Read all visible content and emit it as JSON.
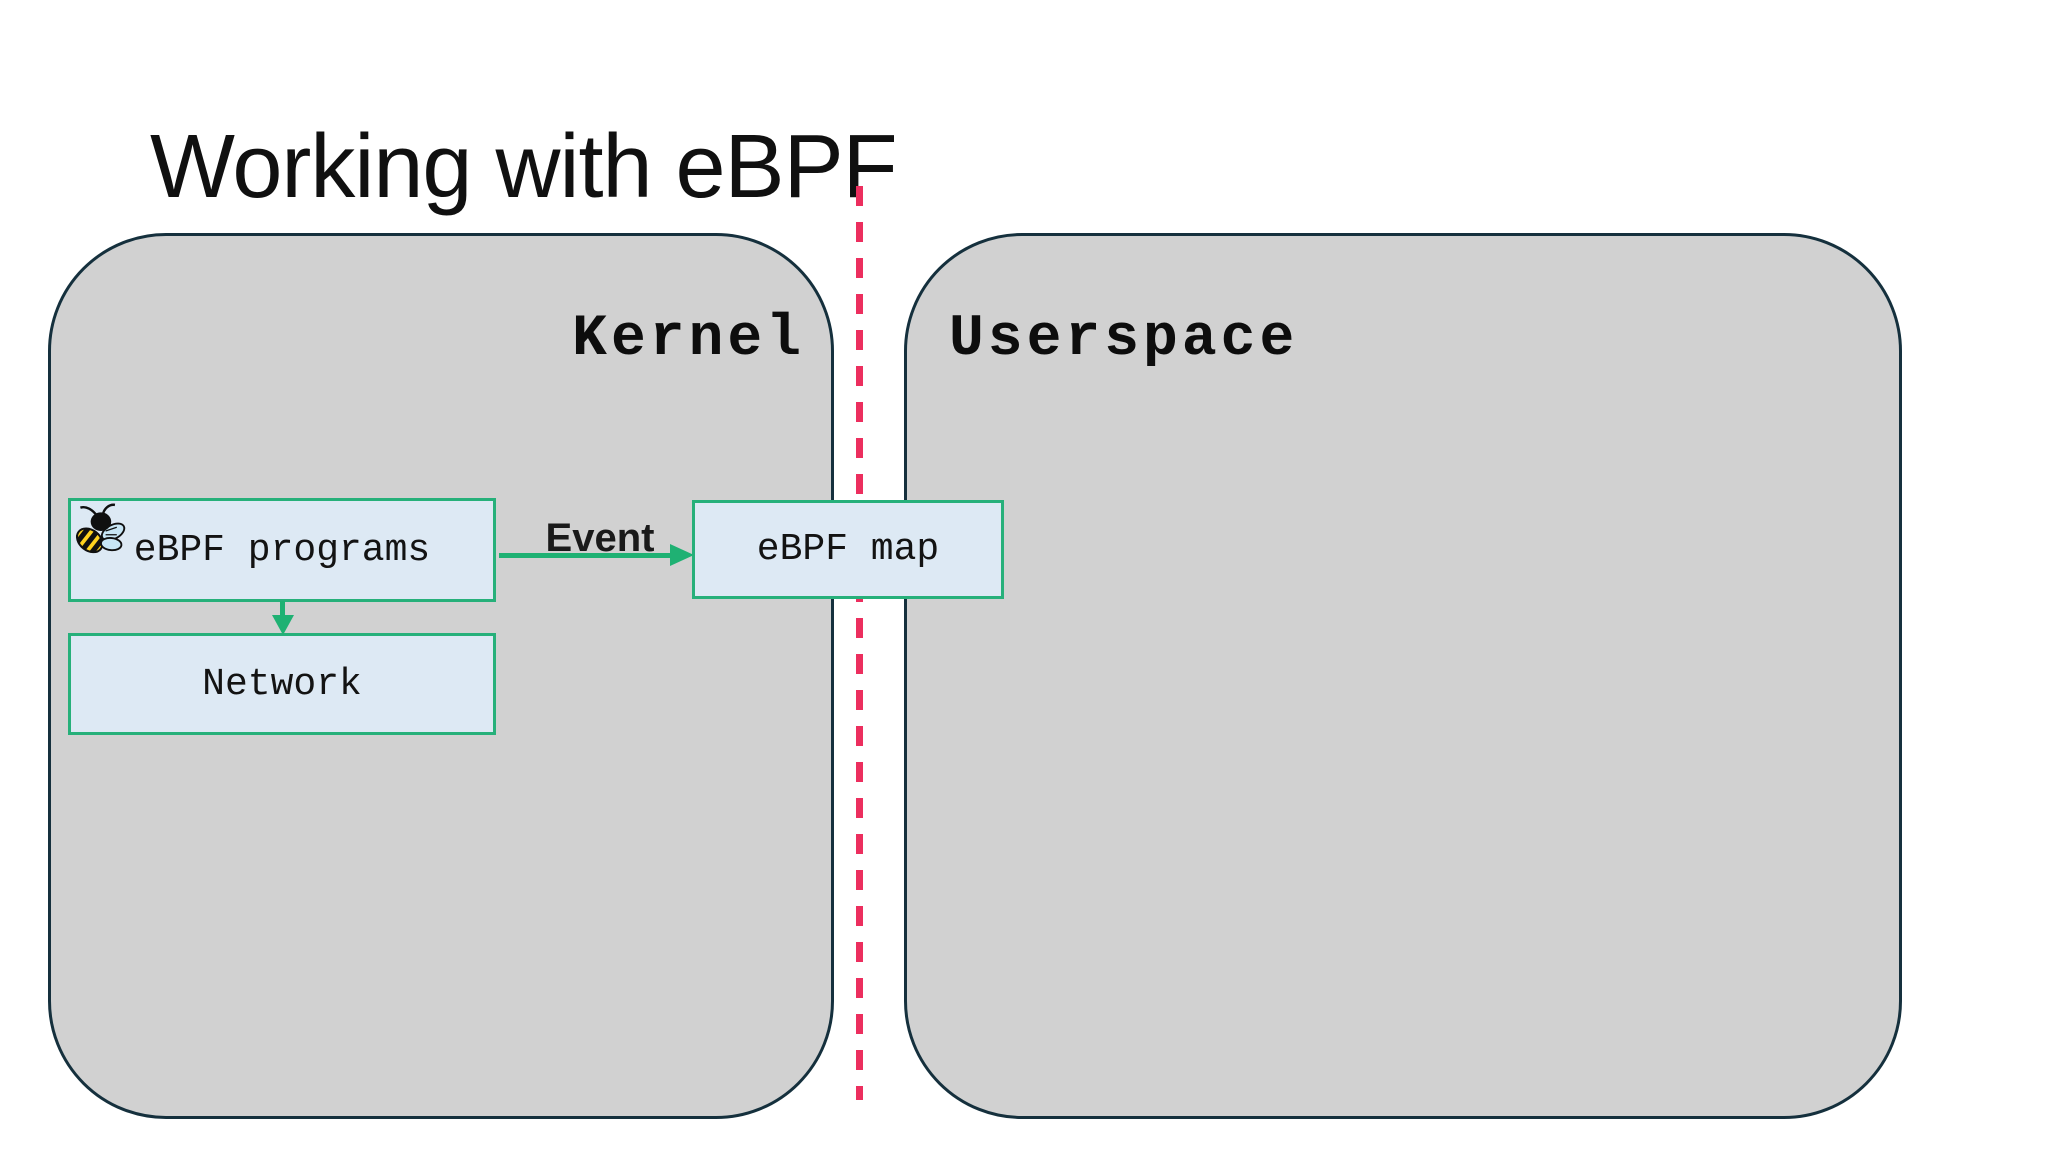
{
  "slide": {
    "title": "Working with eBPF"
  },
  "regions": {
    "kernel": {
      "label": "Kernel"
    },
    "userspace": {
      "label": "Userspace"
    }
  },
  "nodes": {
    "programs": {
      "label": "eBPF programs",
      "icon": "ebpf-bee-icon"
    },
    "network": {
      "label": "Network"
    },
    "map": {
      "label": "eBPF map"
    }
  },
  "edges": {
    "event": {
      "label": "Event",
      "from": "eBPF programs",
      "to": "eBPF map"
    },
    "programs_to_network": {
      "from": "eBPF programs",
      "to": "Network"
    }
  },
  "colors": {
    "region_fill": "#d1d1d1",
    "region_border": "#15303d",
    "node_fill": "#dde9f4",
    "node_border": "#26b07a",
    "arrow": "#1fb173",
    "divider": "#ec2e5e",
    "title_text": "#101010"
  }
}
